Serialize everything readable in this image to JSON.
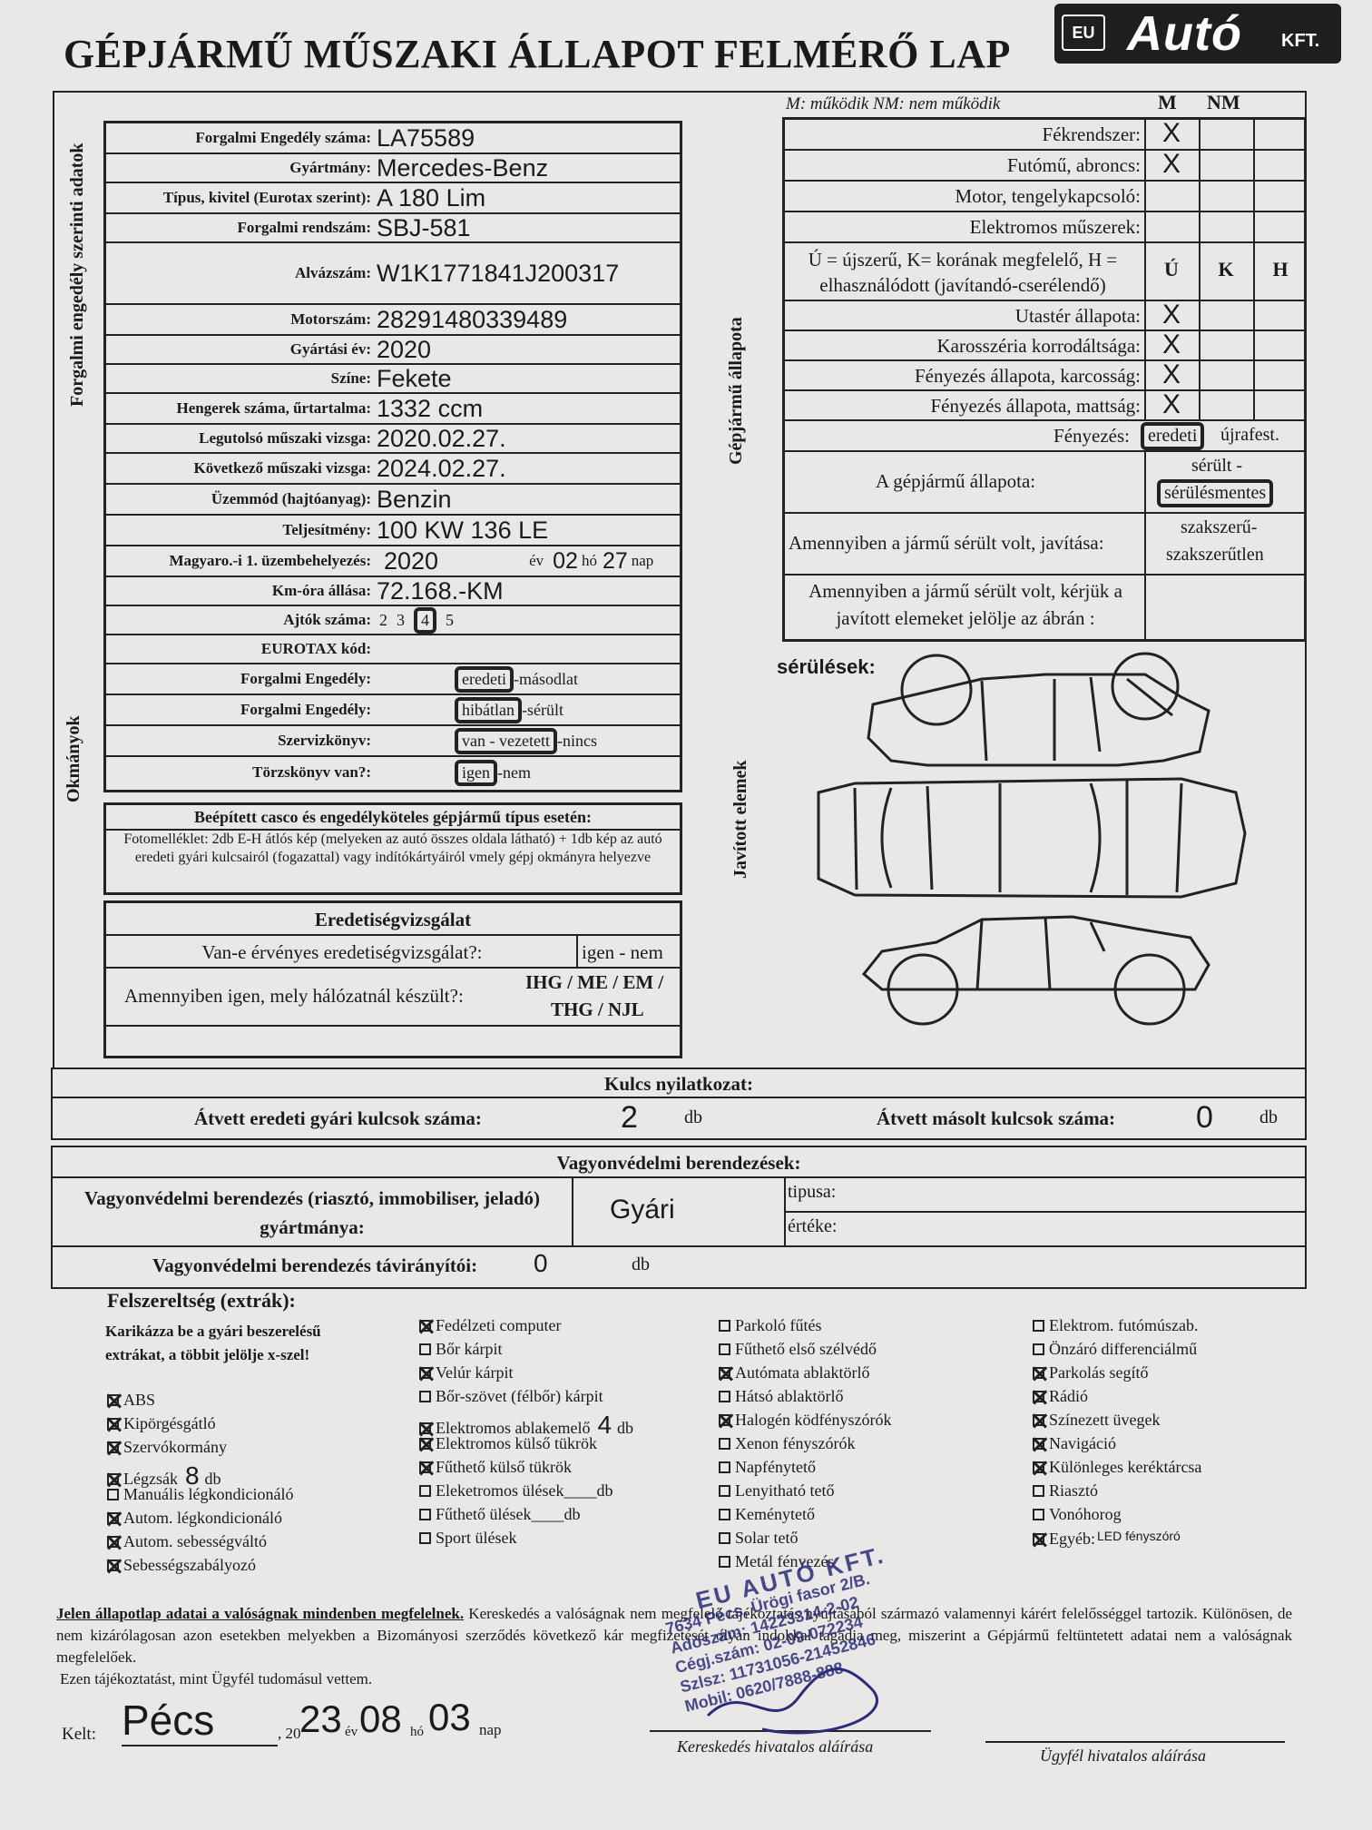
{
  "header": {
    "title": "GÉPJÁRMŰ MŰSZAKI ÁLLAPOT FELMÉRŐ LAP",
    "logo_eu": "EU",
    "logo_brand": "Autó",
    "logo_kft": "KFT."
  },
  "side_labels": {
    "left_top": "Forgalmi engedély szerinti adatok",
    "left_bottom": "Okmányok",
    "right_top": "Gépjármű állapota",
    "right_bottom": "Javított elemek"
  },
  "vehicle": [
    {
      "label": "Forgalmi Engedély száma:",
      "value": "LA75589"
    },
    {
      "label": "Gyártmány:",
      "value": "Mercedes-Benz"
    },
    {
      "label": "Típus, kivitel (Eurotax szerint):",
      "value": "A 180 Lim"
    },
    {
      "label": "Forgalmi rendszám:",
      "value": "SBJ-581"
    },
    {
      "label": "Alvázszám:",
      "value": "W1K1771841J200317"
    },
    {
      "label": "Motorszám:",
      "value": "28291480339489"
    },
    {
      "label": "Gyártási év:",
      "value": "2020"
    },
    {
      "label": "Színe:",
      "value": "Fekete"
    },
    {
      "label": "Hengerek száma, űrtartalma:",
      "value": "1332 ccm"
    },
    {
      "label": "Legutolsó műszaki vizsga:",
      "value": "2020.02.27."
    },
    {
      "label": "Következő műszaki vizsga:",
      "value": "2024.02.27."
    },
    {
      "label": "Üzemmód (hajtóanyag):",
      "value": "Benzin"
    },
    {
      "label": "Teljesítmény:",
      "value": "100 KW 136 LE"
    }
  ],
  "first_reg": {
    "label": "Magyaro.-i 1. üzembehelyezés:",
    "year": "2020",
    "ev": "év",
    "month": "02",
    "ho": "hó",
    "day": "27",
    "nap": "nap"
  },
  "km": {
    "label": "Km-óra állása:",
    "value": "72.168.-KM"
  },
  "doors": {
    "label": "Ajtók száma:",
    "n2": "2",
    "n3": "3",
    "n4": "4",
    "n5": "5"
  },
  "eurotax": {
    "label": "EUROTAX kód:"
  },
  "docs": [
    {
      "label": "Forgalmi Engedély:",
      "opt1": "eredeti",
      "sep": " - ",
      "opt2": "másodlat"
    },
    {
      "label": "Forgalmi Engedély:",
      "opt1": "hibátlan",
      "sep": " - ",
      "opt2": "sérült"
    },
    {
      "label": "Szervizkönyv:",
      "opt1": "van - vezetett",
      "sep": " - ",
      "opt2": "nincs"
    },
    {
      "label": "Törzskönyv van?:",
      "opt1": "igen",
      "sep": " - ",
      "opt2": "nem"
    }
  ],
  "casco": {
    "title": "Beépített casco és engedélyköteles gépjármű típus esetén:",
    "text": "Fotomelléklet: 2db E-H átlós kép (melyeken az autó összes oldala látható) + 1db kép az autó eredeti gyári kulcsairól (fogazattal) vagy indítókártyáiról vmely gépj okmányra helyezve"
  },
  "orig": {
    "title": "Eredetiségvizsgálat",
    "q1": "Van-e érvényes eredetiségvizsgálat?:",
    "a1": "igen - nem",
    "q2": "Amennyiben igen, mely hálózatnál készült?:",
    "a2_1": "IHG / ME / EM /",
    "a2_2": "THG / NJL"
  },
  "state": {
    "legend": "M: működik   NM: nem működik",
    "col_m": "M",
    "col_nm": "NM",
    "rows1": [
      {
        "label": "Fékrendszer:",
        "m": "X",
        "nm": ""
      },
      {
        "label": "Futómű, abroncs:",
        "m": "X",
        "nm": ""
      },
      {
        "label": "Motor, tengelykapcsoló:",
        "m": "",
        "nm": ""
      },
      {
        "label": "Elektromos műszerek:",
        "m": "",
        "nm": ""
      }
    ],
    "legend2_1": "Ú = újszerű, K= korának megfelelő, H =",
    "legend2_2": "elhasználódott (javítandó-cserélendő)",
    "col_u": "Ú",
    "col_k": "K",
    "col_h": "H",
    "rows2": [
      {
        "label": "Utastér állapota:",
        "u": "X"
      },
      {
        "label": "Karosszéria korrodáltsága:",
        "u": "X"
      },
      {
        "label": "Fényezés állapota, karcosság:",
        "u": "X"
      },
      {
        "label": "Fényezés állapota, mattság:",
        "u": "X"
      }
    ],
    "paint": {
      "label": "Fényezés:",
      "opt1": "eredeti",
      "sep": " - ",
      "opt2": "újrafest."
    },
    "condition": {
      "label": "A gépjármű állapota:",
      "opt1": "sérült -",
      "opt2": "sérülésmentes"
    },
    "repair": {
      "label": "Amennyiben a jármű sérült volt, javítása:",
      "opt1": "szakszerű-",
      "opt2": "szakszerűtlen"
    },
    "mark": {
      "label1": "Amennyiben a jármű sérült volt, kérjük a",
      "label2": "javított elemeket jelölje az ábrán :"
    },
    "damage": "sérülések:"
  },
  "keys": {
    "title": "Kulcs nyilatkozat:",
    "orig_label": "Átvett eredeti gyári kulcsok száma:",
    "orig_val": "2",
    "db": "db",
    "copy_label": "Átvett másolt kulcsok száma:",
    "copy_val": "0"
  },
  "security": {
    "title": "Vagyonvédelmi berendezések:",
    "make_label1": "Vagyonvédelmi berendezés (riasztó, immobiliser, jeladó)",
    "make_label2": "gyártmánya:",
    "make_val": "Gyári",
    "type_label": "tipusa:",
    "value_label": "értéke:",
    "remote_label": "Vagyonvédelmi berendezés távirányítói:",
    "remote_val": "0",
    "db": "db"
  },
  "extras": {
    "title": "Felszereltség (extrák):",
    "note1": "Karikázza be a gyári beszerelésű",
    "note2": "extrákat, a többit jelölje x-szel!",
    "col1": [
      {
        "t": "ABS",
        "x": true
      },
      {
        "t": "Kipörgésgátló",
        "x": true
      },
      {
        "t": "Szervókormány",
        "x": true
      },
      {
        "t": "Légzsák",
        "x": true,
        "n": "8",
        "s": "db"
      },
      {
        "t": "Manuális légkondicionáló",
        "x": false
      },
      {
        "t": "Autom. légkondicionáló",
        "x": true
      },
      {
        "t": "Autom. sebességváltó",
        "x": true
      },
      {
        "t": "Sebességszabályozó",
        "x": true
      }
    ],
    "col2": [
      {
        "t": "Fedélzeti computer",
        "x": true
      },
      {
        "t": "Bőr kárpit",
        "x": false
      },
      {
        "t": "Velúr kárpit",
        "x": true
      },
      {
        "t": "Bőr-szövet (félbőr) kárpit",
        "x": false
      },
      {
        "t": "Elektromos ablakemelő",
        "x": true,
        "n": "4",
        "s": "db"
      },
      {
        "t": "Elektromos külső tükrök",
        "x": true
      },
      {
        "t": "Fűthető külső tükrök",
        "x": true
      },
      {
        "t": "Eleketromos ülések____db",
        "x": false
      },
      {
        "t": "Fűthető ülések____db",
        "x": false
      },
      {
        "t": "Sport ülések",
        "x": false
      }
    ],
    "col3": [
      {
        "t": "Parkoló fűtés",
        "x": false
      },
      {
        "t": "Fűthető első szélvédő",
        "x": false
      },
      {
        "t": "Autómata ablaktörlő",
        "x": true
      },
      {
        "t": "Hátsó ablaktörlő",
        "x": false
      },
      {
        "t": "Halogén ködfényszórók",
        "x": true
      },
      {
        "t": "Xenon fényszórók",
        "x": false
      },
      {
        "t": "Napfénytető",
        "x": false
      },
      {
        "t": "Lenyitható tető",
        "x": false
      },
      {
        "t": "Keménytető",
        "x": false
      },
      {
        "t": "Solar tető",
        "x": false
      },
      {
        "t": "Metál fényezés",
        "x": false
      }
    ],
    "col4": [
      {
        "t": "Elektrom. futómúszab.",
        "x": false
      },
      {
        "t": "Önzáró differenciálmű",
        "x": false
      },
      {
        "t": "Parkolás segítő",
        "x": true
      },
      {
        "t": "Rádió",
        "x": true
      },
      {
        "t": "Színezett üvegek",
        "x": true
      },
      {
        "t": "Navigáció",
        "x": true
      },
      {
        "t": "Különleges keréktárcsa",
        "x": true
      },
      {
        "t": "Riasztó",
        "x": false
      },
      {
        "t": "Vonóhorog",
        "x": false
      },
      {
        "t": "Egyéb:",
        "x": true,
        "n": "LED fényszóró"
      }
    ]
  },
  "declaration": {
    "p1": "Jelen állapotlap adatai a valóságnak mindenben megfelelnek.",
    "p2": " Kereskedés a valóságnak nem megfelelő tájékoztatás nyújtásából származó valamennyi kárért felelősséggel tartozik. Különösen, de nem kizárólagosan azon esetekben melyekben a Bizományosi szerződés következő kár megfizetését olyan indokkal tagadja meg, miszerint a Gépjármű feltüntetett adatai nem a valóságnak megfelelőek.",
    "p3": "Ezen tájékoztatást, mint Ügyfél tudomásul vettem."
  },
  "signature": {
    "kelt": "Kelt:",
    "city": "Pécs",
    "y_prefix": ", 20",
    "year": "23",
    "ev": "év",
    "month": "08",
    "ho": "hó",
    "day": "03",
    "nap": "nap",
    "dealer": "Kereskedés hivatalos aláírása",
    "client": "Ügyfél hivatalos aláírása"
  },
  "stamp": {
    "l1": "EU AUTÓ KFT.",
    "l2": "7634 Pécs, Ürögi fasor 2/B.",
    "l3": "Adószám: 14223314-2-02",
    "l4": "Cégj.szám: 02-09-072234",
    "l5": "Szlsz: 11731056-21452846",
    "l6": "Mobil: 0620/7888-888"
  }
}
